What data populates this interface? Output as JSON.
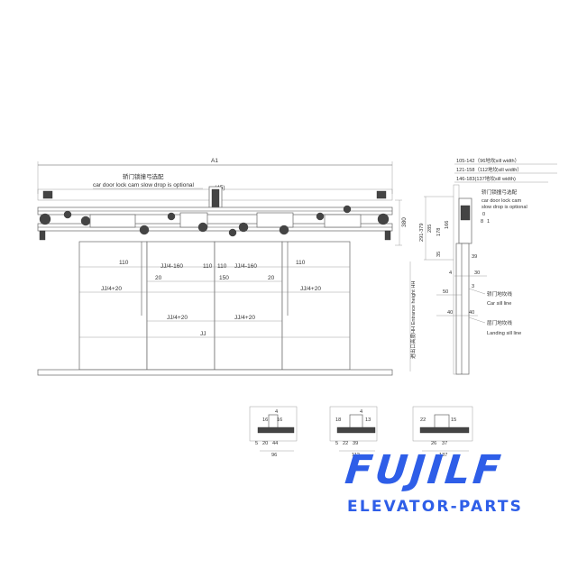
{
  "brand": {
    "logo_text": "FUJILF",
    "tagline": "ELEVATOR-PARTS",
    "color": "#2e5ee8"
  },
  "front_view": {
    "overall_label": "A1",
    "cam_note_cn": "轿门锁撞弓选配",
    "cam_note_en": "car door lock cam slow drop is optional",
    "dim_45": "(45)",
    "dim_380": "380",
    "dims_row1": [
      "110",
      "JJ/4-160",
      "110",
      "110",
      "JJ/4-160",
      "110"
    ],
    "dims_row2": [
      "20",
      "150",
      "20"
    ],
    "dims_row3": [
      "JJ/4+20",
      "JJ/4+20"
    ],
    "dims_row4": [
      "JJ/4+20",
      "JJ/4+20"
    ],
    "width_label": "JJ"
  },
  "side_view": {
    "sill_notes": [
      "105-142（96地坎sill width）",
      "121-158（112地坎sill width）",
      "146-183(137地坎sill width)"
    ],
    "cam_note_cn": "轿门锁撞弓选配",
    "cam_note_en1": "car door lock cam",
    "cam_note_en2": "slow drop is optional",
    "vertical_dims": [
      "291-379",
      "285",
      "178",
      "166",
      "35"
    ],
    "small_dims": [
      "0",
      "8",
      "1",
      "39"
    ],
    "entrance_label": "进出口高度HH Entrance height HH",
    "dims_mid": [
      "4",
      "30",
      "3",
      "50",
      "40",
      "40"
    ],
    "car_sill_cn": "轿门地坎线",
    "car_sill_en": "Car sill line",
    "landing_sill_cn": "层门地坎线",
    "landing_sill_en": "Landing sill line"
  },
  "sill_details": [
    {
      "top": [
        "4"
      ],
      "mid": [
        "16",
        "16"
      ],
      "bottom": [
        "5",
        "20",
        "44"
      ],
      "width": "96"
    },
    {
      "top": [
        "4"
      ],
      "mid": [
        "18",
        "13"
      ],
      "bottom": [
        "5",
        "22",
        "39"
      ],
      "width": "112"
    },
    {
      "top": [],
      "mid": [
        "22",
        "15"
      ],
      "bottom": [
        "26",
        "37"
      ],
      "width": "137"
    }
  ]
}
